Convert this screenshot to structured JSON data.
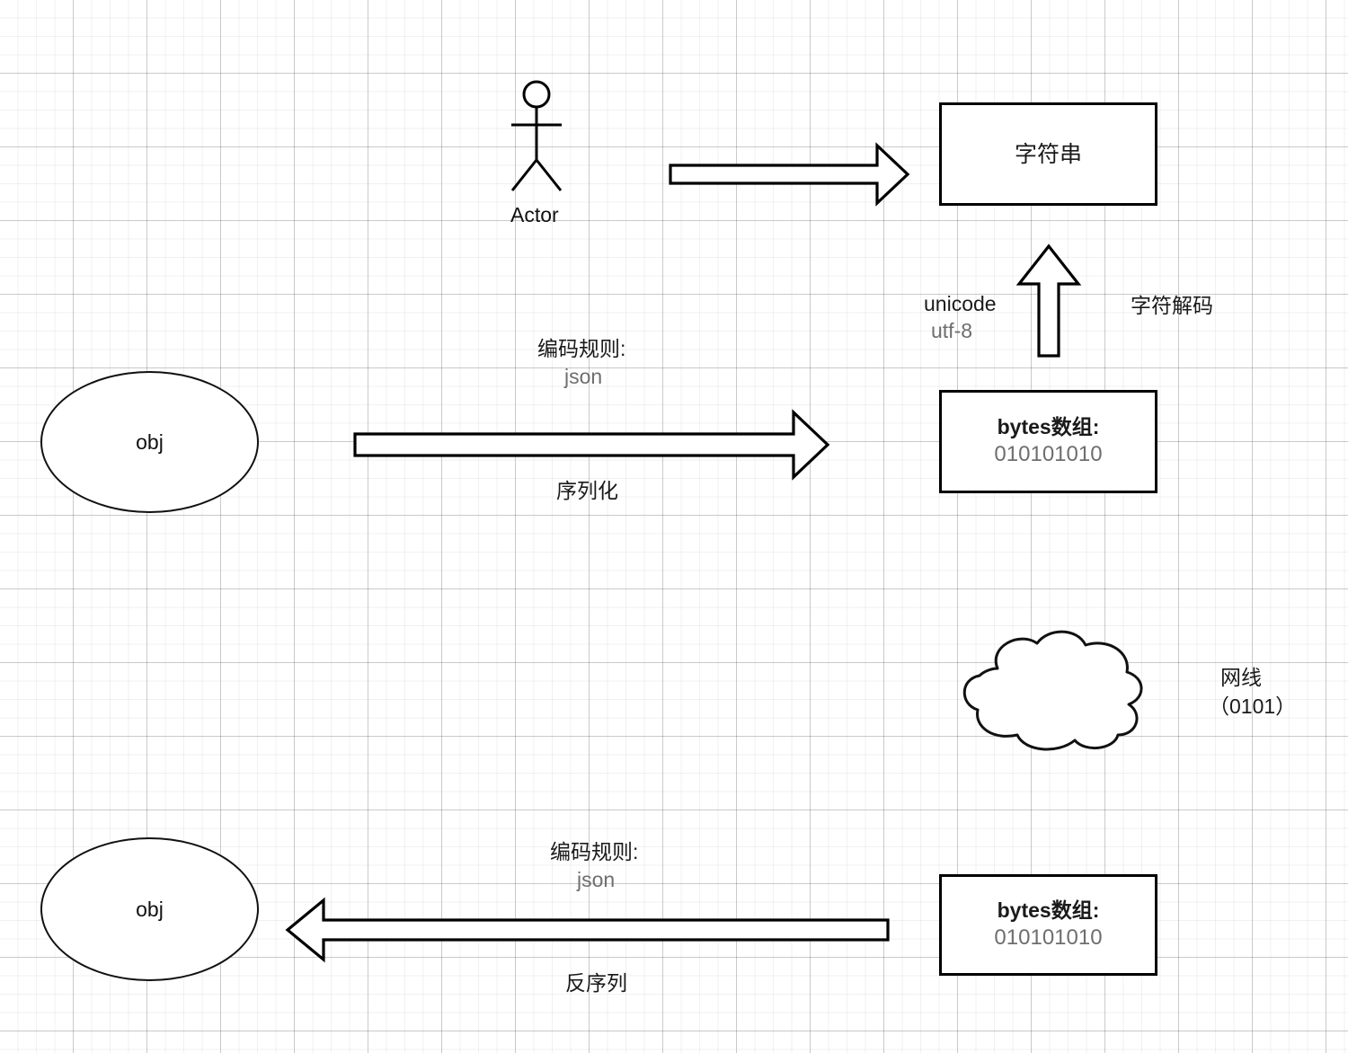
{
  "diagram": {
    "title": "serialization-and-encoding-flow",
    "background": "#ffffff",
    "grid_color": "#d4d4d4",
    "stroke_color": "#000000",
    "text_color": "#1a1a1a",
    "muted_text_color": "#6e6e6e"
  },
  "actor": {
    "label": "Actor"
  },
  "nodes": {
    "string_box": {
      "label": "字符串"
    },
    "bytes_box_top": {
      "title": "bytes数组:",
      "value": "010101010"
    },
    "bytes_box_bottom": {
      "title": "bytes数组:",
      "value": "010101010"
    },
    "obj_top": {
      "label": "obj"
    },
    "obj_bottom": {
      "label": "obj"
    },
    "cloud": {
      "label": "网线",
      "sublabel": "（0101）"
    }
  },
  "edges": {
    "actor_to_string": {
      "direction": "right",
      "label": ""
    },
    "decode_up": {
      "direction": "up",
      "left_label_primary": "unicode",
      "left_label_secondary": "utf-8",
      "right_label": "字符解码"
    },
    "serialize": {
      "direction": "right",
      "above_label_primary": "编码规则:",
      "above_label_secondary": "json",
      "below_label": "序列化"
    },
    "deserialize": {
      "direction": "left",
      "above_label_primary": "编码规则:",
      "above_label_secondary": "json",
      "below_label": "反序列"
    }
  }
}
